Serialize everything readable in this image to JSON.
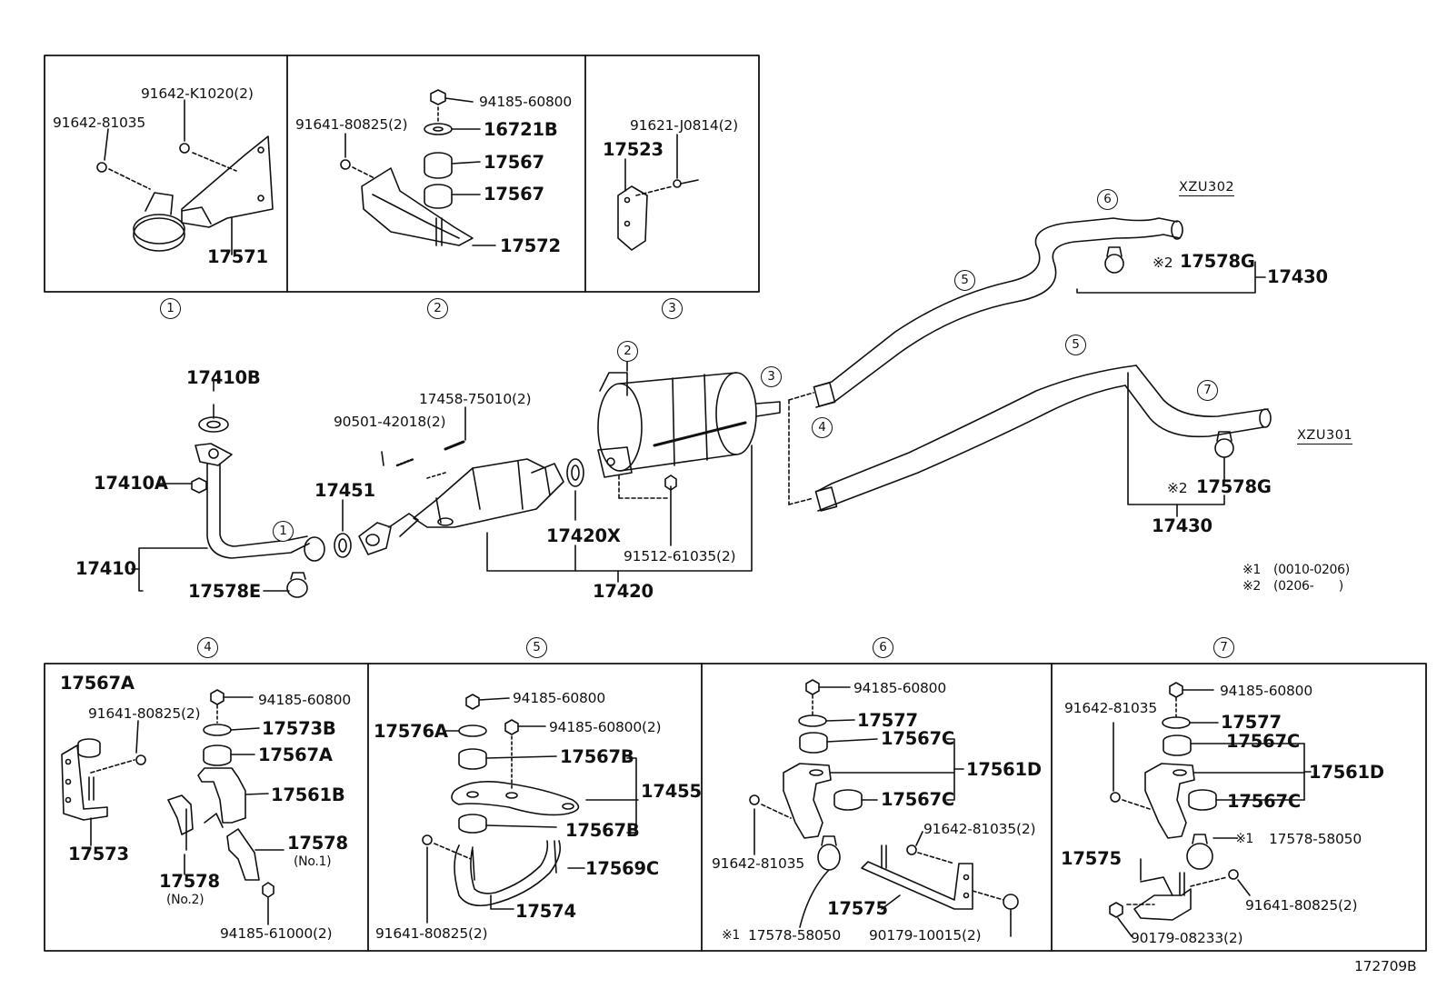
{
  "diagram_id": "172709B",
  "models": [
    "XZU302",
    "XZU301"
  ],
  "notes": [
    {
      "mark": "※1",
      "range": "(0010-0206)"
    },
    {
      "mark": "※2",
      "range": "(0206-　　)"
    }
  ],
  "panel_numbers": [
    "1",
    "2",
    "3",
    "4",
    "5",
    "6",
    "7"
  ],
  "main_labels": {
    "p17410B": "17410B",
    "p17410A": "17410A",
    "p17410": "17410",
    "p17578E": "17578E",
    "p17451": "17451",
    "p90501": "90501-42018(2)",
    "p17458": "17458-75010(2)",
    "p17420X": "17420X",
    "p91512": "91512-61035(2)",
    "p17420": "17420",
    "p17578G_a": "17578G",
    "p17430_a": "17430",
    "p17578G_b": "17578G",
    "p17430_b": "17430",
    "mark2": "※2"
  },
  "panel1": {
    "a": "91642-K1020(2)",
    "b": "91642-81035",
    "c": "17571"
  },
  "panel2": {
    "a": "94185-60800",
    "b": "91641-80825(2)",
    "c": "16721B",
    "d": "17567",
    "e": "17567",
    "f": "17572"
  },
  "panel3": {
    "a": "91621-J0814(2)",
    "b": "17523"
  },
  "panel4": {
    "a": "17567A",
    "b": "91641-80825(2)",
    "c": "94185-60800",
    "d": "17573B",
    "e": "17567A",
    "f": "17561B",
    "g": "17578",
    "g2": "(No.1)",
    "h": "17578",
    "h2": "(No.2)",
    "i": "17573",
    "j": "94185-61000(2)"
  },
  "panel5": {
    "a": "94185-60800",
    "b": "17576A",
    "c": "94185-60800(2)",
    "d": "17567B",
    "e": "17455",
    "f": "17567B",
    "g": "17569C",
    "h": "17574",
    "i": "91641-80825(2)"
  },
  "panel6": {
    "a": "94185-60800",
    "b": "17577",
    "c": "17567C",
    "d": "17561D",
    "e": "17567C",
    "f": "91642-81035(2)",
    "g": "91642-81035",
    "h": "17575",
    "i": "17578-58050",
    "j": "90179-10015(2)",
    "mark": "※1"
  },
  "panel7": {
    "a": "94185-60800",
    "b": "91642-81035",
    "c": "17577",
    "d": "17567C",
    "e": "17561D",
    "f": "17567C",
    "g": "17578-58050",
    "h": "17575",
    "i": "91641-80825(2)",
    "j": "90179-08233(2)",
    "mark": "※1"
  }
}
